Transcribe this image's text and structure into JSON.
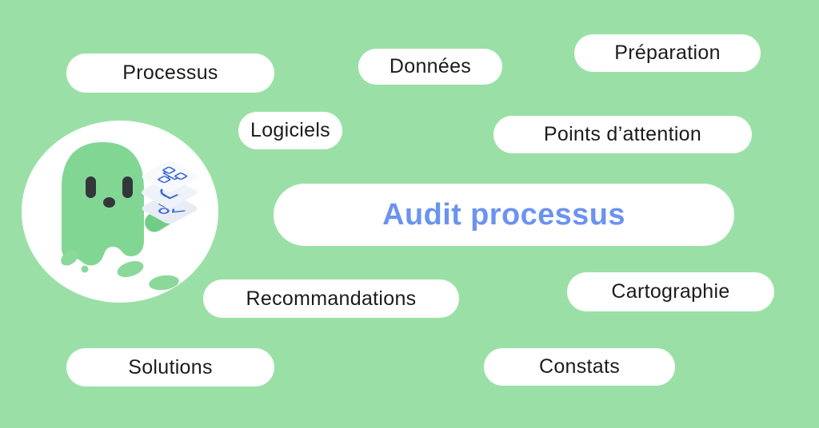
{
  "title": {
    "label": "Audit processus"
  },
  "pills": [
    {
      "id": "processus",
      "label": "Processus"
    },
    {
      "id": "donnees",
      "label": "Données"
    },
    {
      "id": "preparation",
      "label": "Préparation"
    },
    {
      "id": "logiciels",
      "label": "Logiciels"
    },
    {
      "id": "points-attention",
      "label": "Points d’attention"
    },
    {
      "id": "recommandations",
      "label": "Recommandations"
    },
    {
      "id": "cartographie",
      "label": "Cartographie"
    },
    {
      "id": "solutions",
      "label": "Solutions"
    },
    {
      "id": "constats",
      "label": "Constats"
    }
  ],
  "mascot": {
    "name": "ghost-mascot",
    "icons": [
      "flowchart-icon",
      "process-arrow-icon",
      "checklist-icon"
    ]
  },
  "colors": {
    "background": "#9AE0A6",
    "pill_background": "#FFFFFF",
    "pill_text": "#1B1B1B",
    "title_text": "#6B93F0",
    "mascot_body": "#81D694",
    "mascot_arm": "#6FCD85",
    "mascot_drips": "#8BD99A",
    "mascot_face": "#33373A",
    "icon_line_blue": "#3E6AD3",
    "layer_fill_light": "#F7F9FD"
  }
}
